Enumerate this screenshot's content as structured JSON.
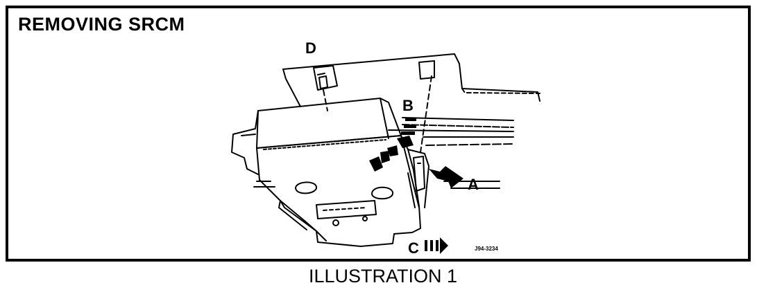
{
  "figure": {
    "title": "REMOVING SRCM",
    "caption": "ILLUSTRATION 1",
    "figure_code": "J94-3234"
  },
  "callouts": {
    "a": "A",
    "b": "B",
    "c": "C",
    "d": "D"
  }
}
